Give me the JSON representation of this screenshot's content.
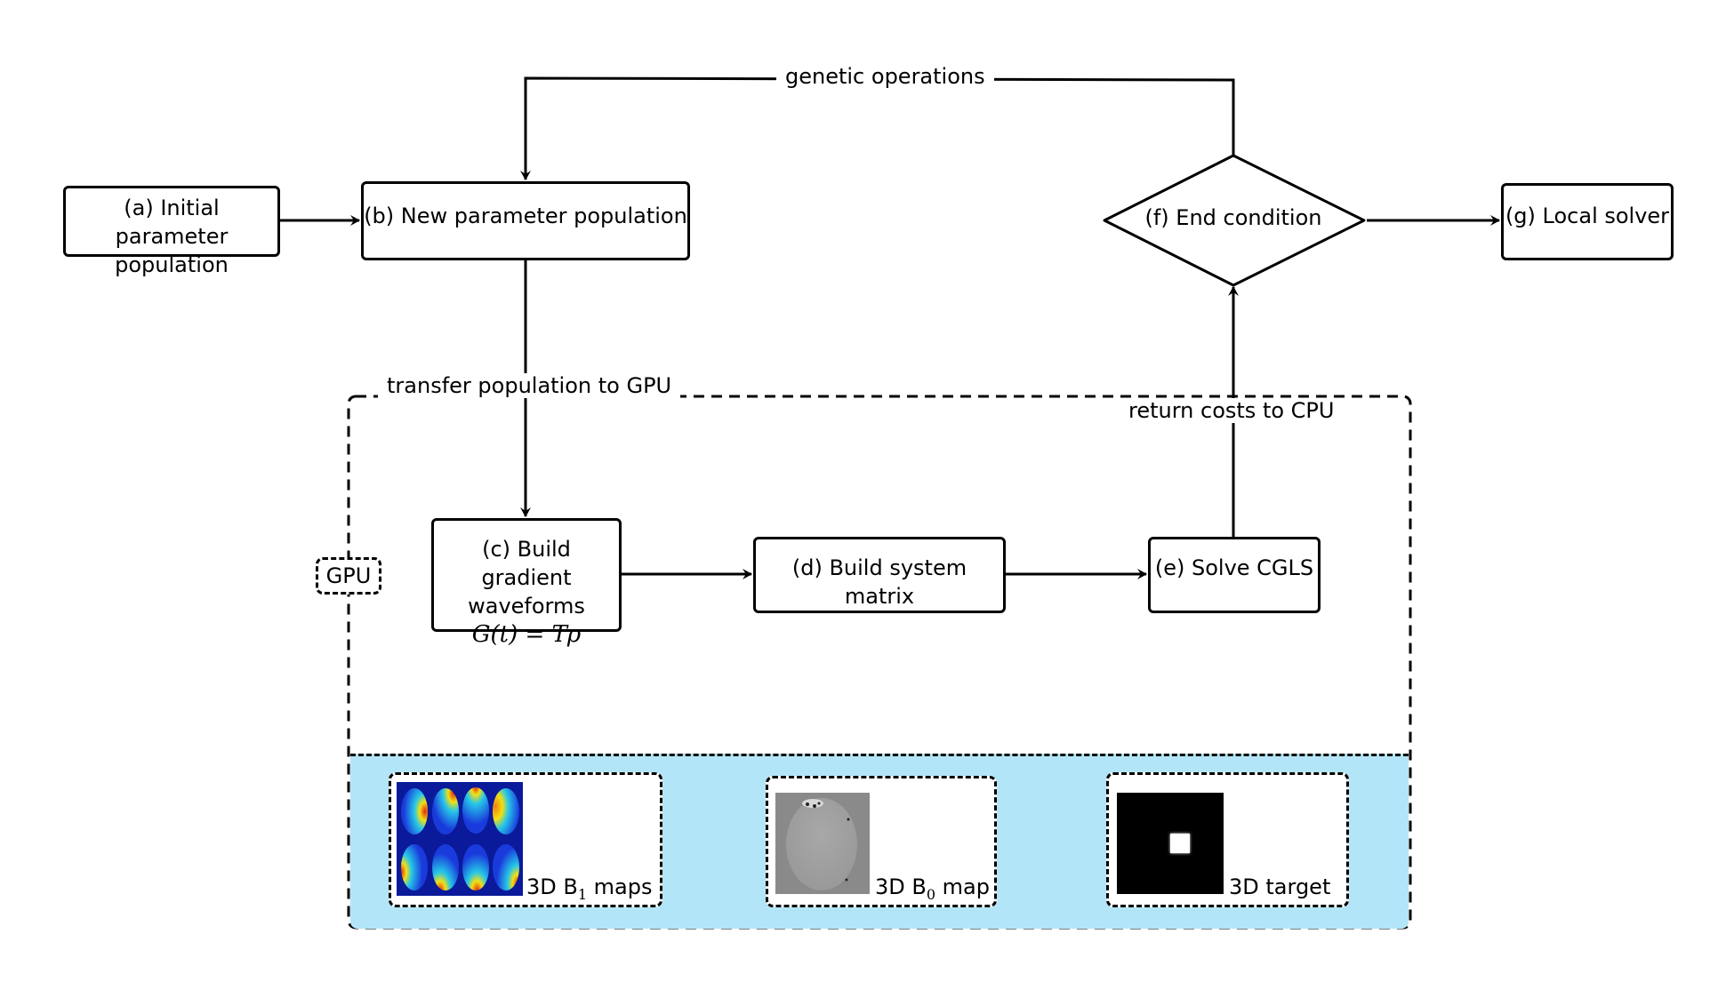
{
  "nodes": {
    "a": {
      "line1": "(a) Initial parameter",
      "line2": "population"
    },
    "b": {
      "label": "(b) New parameter population"
    },
    "c": {
      "line1": "(c) Build gradient",
      "line2": "waveforms",
      "formula": "G(t) = Tρ"
    },
    "d": {
      "label": "(d) Build system matrix"
    },
    "e": {
      "label": "(e) Solve CGLS"
    },
    "f": {
      "label": "(f) End condition"
    },
    "g": {
      "label": "(g) Local solver"
    }
  },
  "edge_labels": {
    "genetic": "genetic operations",
    "to_gpu": "transfer population to GPU",
    "to_cpu": "return costs to CPU"
  },
  "gpu_region": {
    "label": "GPU"
  },
  "inputs": [
    {
      "pre": "3D B",
      "sub": "1",
      "post": " maps"
    },
    {
      "pre": "3D B",
      "sub": "0",
      "post": " map"
    },
    {
      "pre": "3D target",
      "sub": "",
      "post": ""
    }
  ],
  "colors": {
    "input_panel": "#b3e5f8",
    "stroke": "#000000"
  }
}
